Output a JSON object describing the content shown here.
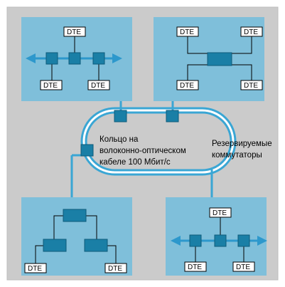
{
  "ring_label": {
    "line1": "Кольцо на",
    "line2": "волоконно-оптическом",
    "line3": "кабеле 100 Мбит/с"
  },
  "switches_label": {
    "line1": "Резервируемые",
    "line2": "коммутаторы"
  },
  "dte_label": "DTE",
  "colors": {
    "frame_background": "#cbcbcb",
    "panel_fill": "#7fbfda",
    "node_fill": "#1a7fa6",
    "node_stroke": "#0e5b7a",
    "ring_color": "#3aa6d4",
    "arrow_color": "#2d98cc",
    "line_color": "#000000",
    "dte_fill": "#ffffff"
  }
}
